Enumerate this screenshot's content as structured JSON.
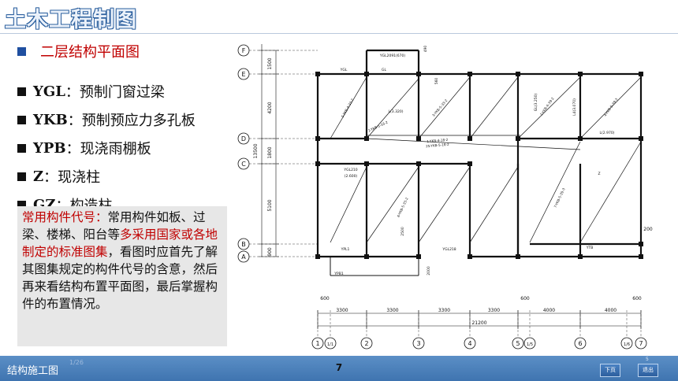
{
  "header": {
    "title": "土木工程制图"
  },
  "section": {
    "heading": "二层结构平面图"
  },
  "component_codes": [
    {
      "abbr": "YGL",
      "desc": "：预制门窗过梁"
    },
    {
      "abbr": "YKB",
      "desc": "：预制预应力多孔板"
    },
    {
      "abbr": "YPB",
      "desc": "：现浇雨棚板"
    },
    {
      "abbr": "Z",
      "desc": "：现浇柱"
    },
    {
      "abbr": "GZ",
      "desc": "：构造柱"
    }
  ],
  "note": {
    "part1": "常用构件代号：",
    "part2": "常用构件如板、过梁、楼梯、阳台等",
    "part3": "多采用国家或各地制定的标准图集",
    "part4": "，看图时应首先了解其图集规定的构件代号的含意，然后再来看结构布置平面图，最后掌握构件的布置情况。"
  },
  "drawing": {
    "row_axes": [
      "F",
      "E",
      "D",
      "C",
      "B",
      "A"
    ],
    "col_axes": [
      "1",
      "1/1",
      "2",
      "3",
      "4",
      "5",
      "1/5",
      "6",
      "1/6",
      "7"
    ],
    "left_dims": [
      "1500",
      "4200",
      "1800",
      "5100",
      "900"
    ],
    "left_total": "13500",
    "bottom_dims": [
      "3300",
      "3300",
      "3300",
      "3300",
      "4000",
      "4000"
    ],
    "bottom_total": "21200",
    "offsets": [
      "600",
      "600",
      "600"
    ],
    "right_dims": [
      "200"
    ],
    "beam_labels": [
      "YGL",
      "YGL2091(670)",
      "GL",
      "L(2.970)",
      "YGL210",
      "(2.600)",
      "YGL218",
      "YTB",
      "YPB1",
      "YPL1",
      "L4(3.070)",
      "L(3.320)",
      "GL(3.250)",
      "Z",
      "2500",
      "2000",
      "560",
      "490"
    ],
    "slab_labels": [
      "5-YKB-4-33-2",
      "3-YKB-5-33-2",
      "1-YKB-4-39-2",
      "2-YKB-5-33-2",
      "4-YKB-5-39-3",
      "25-YKB-5-18-2",
      "1-YKB-4-18-2",
      "6-YKB-5-33-2",
      "7-YKB-5-39-3"
    ]
  },
  "footer": {
    "title": "结构施工图",
    "page_mini": "1/26",
    "page": "7",
    "next": "下页",
    "exit": "退出",
    "nav_mini": "5"
  }
}
